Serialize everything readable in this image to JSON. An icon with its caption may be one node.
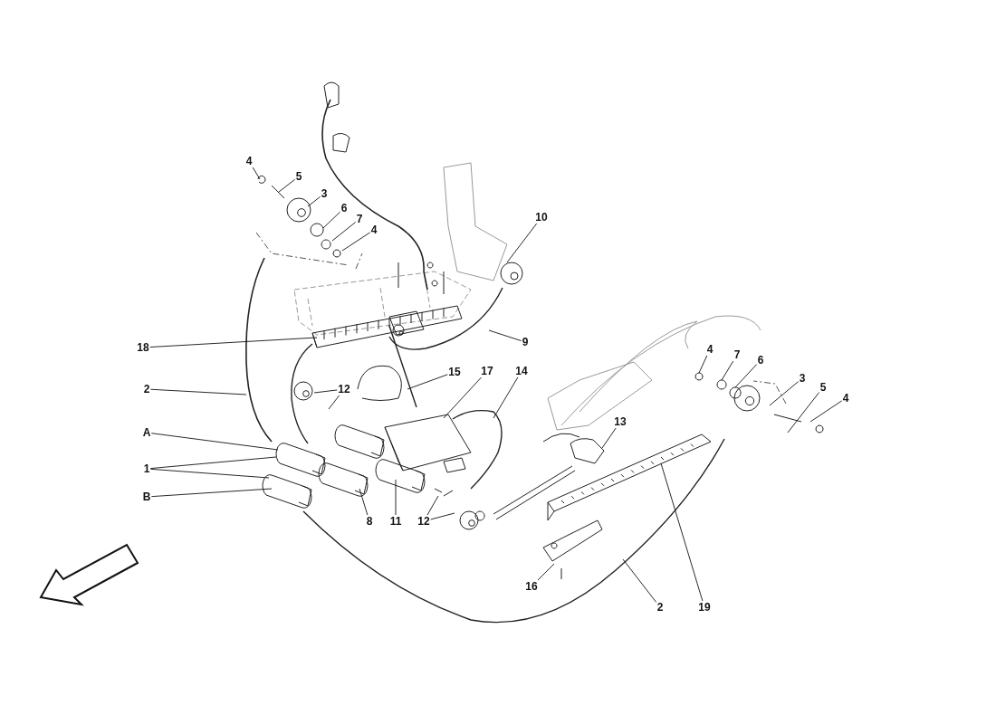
{
  "diagram": {
    "nodes": [
      {
        "text": [
          "4"
        ]
      },
      {
        "text": [
          "5"
        ]
      },
      {
        "text": [
          "3"
        ]
      },
      {
        "text": [
          "6"
        ]
      },
      {
        "text": [
          "7"
        ]
      },
      {
        "text": [
          "4"
        ]
      },
      {
        "text": [
          "10"
        ]
      },
      {
        "text": [
          "9"
        ]
      },
      {
        "text": [
          "18"
        ]
      },
      {
        "text": [
          "4"
        ]
      },
      {
        "text": [
          "7"
        ]
      },
      {
        "text": [
          "6"
        ]
      },
      {
        "text": [
          "15"
        ]
      },
      {
        "text": [
          "17"
        ]
      },
      {
        "text": [
          "14"
        ]
      },
      {
        "text": [
          "2"
        ]
      },
      {
        "text": [
          "12"
        ]
      },
      {
        "text": [
          "3"
        ]
      },
      {
        "text": [
          "4"
        ]
      },
      {
        "text": [
          "5"
        ]
      },
      {
        "text": [
          "13"
        ]
      },
      {
        "text": [
          "A"
        ]
      },
      {
        "text": [
          "1"
        ]
      },
      {
        "text": [
          "B"
        ]
      },
      {
        "text": [
          "8"
        ]
      },
      {
        "text": [
          "11"
        ]
      },
      {
        "text": [
          "12"
        ]
      },
      {
        "text": [
          "16"
        ]
      },
      {
        "text": [
          "2"
        ]
      },
      {
        "text": [
          "19"
        ]
      }
    ],
    "edges": [
      {
        "from": 0,
        "to": null,
        "arrow": "none"
      },
      {
        "from": 1,
        "to": null,
        "arrow": "none"
      },
      {
        "from": 2,
        "to": null,
        "arrow": "none"
      },
      {
        "from": 3,
        "to": null,
        "arrow": "none"
      },
      {
        "from": 4,
        "to": null,
        "arrow": "none"
      },
      {
        "from": 5,
        "to": null,
        "arrow": "none"
      },
      {
        "from": 6,
        "to": null,
        "arrow": "none"
      },
      {
        "from": 7,
        "to": null,
        "arrow": "none"
      },
      {
        "from": 8,
        "to": null,
        "arrow": "none"
      },
      {
        "from": 9,
        "to": null,
        "arrow": "none"
      },
      {
        "from": 10,
        "to": null,
        "arrow": "none"
      },
      {
        "from": 11,
        "to": null,
        "arrow": "none"
      },
      {
        "from": 12,
        "to": null,
        "arrow": "none"
      },
      {
        "from": 13,
        "to": null,
        "arrow": "none"
      },
      {
        "from": 14,
        "to": null,
        "arrow": "none"
      },
      {
        "from": 15,
        "to": null,
        "arrow": "none"
      },
      {
        "from": 16,
        "to": null,
        "arrow": "none"
      },
      {
        "from": 16,
        "to": null,
        "arrow": "none"
      },
      {
        "from": 17,
        "to": null,
        "arrow": "none"
      },
      {
        "from": 18,
        "to": null,
        "arrow": "none"
      },
      {
        "from": 19,
        "to": null,
        "arrow": "none"
      },
      {
        "from": 20,
        "to": null,
        "arrow": "none"
      },
      {
        "from": 21,
        "to": null,
        "arrow": "none"
      },
      {
        "from": 22,
        "to": null,
        "arrow": "none"
      },
      {
        "from": 22,
        "to": null,
        "arrow": "none"
      },
      {
        "from": 23,
        "to": null,
        "arrow": "none"
      },
      {
        "from": 24,
        "to": null,
        "arrow": "none"
      },
      {
        "from": 25,
        "to": null,
        "arrow": "none"
      },
      {
        "from": 26,
        "to": null,
        "arrow": "none"
      },
      {
        "from": 26,
        "to": null,
        "arrow": "none"
      },
      {
        "from": 27,
        "to": null,
        "arrow": "none"
      },
      {
        "from": 28,
        "to": null,
        "arrow": "none"
      },
      {
        "from": 29,
        "to": null,
        "arrow": "none"
      }
    ]
  }
}
